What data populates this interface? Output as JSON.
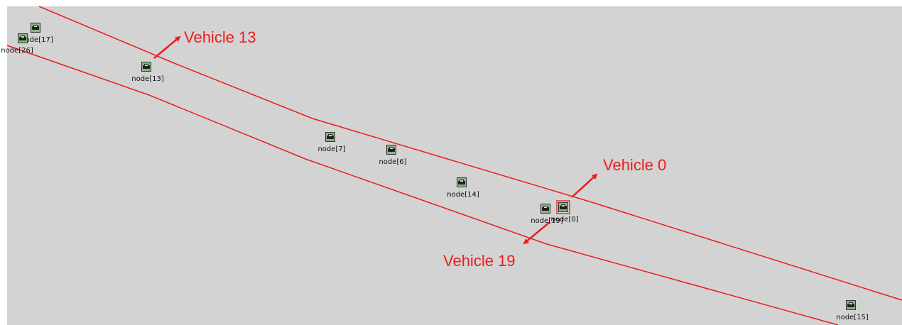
{
  "lane_color": "#ee1c1c",
  "node_icon": "car-icon",
  "nodes": [
    {
      "id": "17",
      "label": "node[17]"
    },
    {
      "id": "26",
      "label": "node[26]"
    },
    {
      "id": "13",
      "label": "node[13]"
    },
    {
      "id": "7",
      "label": "node[7]"
    },
    {
      "id": "6",
      "label": "node[6]"
    },
    {
      "id": "14",
      "label": "node[14]"
    },
    {
      "id": "19",
      "label": "node[19]"
    },
    {
      "id": "0",
      "label": "node[0]"
    },
    {
      "id": "15",
      "label": "node[15]"
    }
  ],
  "annotations": {
    "vehicle_13": "Vehicle 13",
    "vehicle_0": "Vehicle 0",
    "vehicle_19": "Vehicle 19"
  }
}
